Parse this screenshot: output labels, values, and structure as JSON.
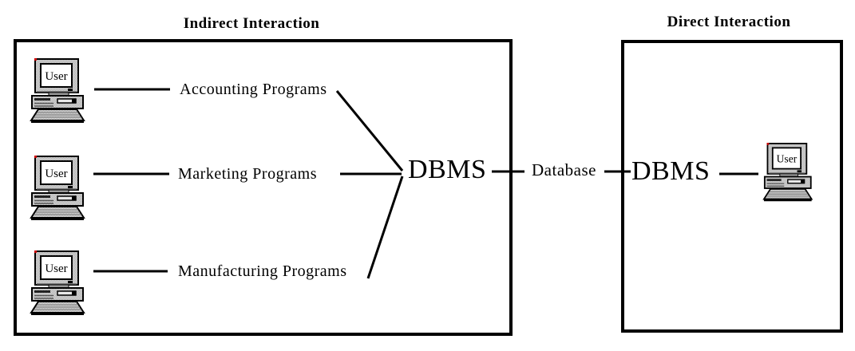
{
  "left_panel": {
    "title": "Indirect Interaction",
    "dbms_label": "DBMS",
    "workstations": [
      {
        "user_label": "User",
        "program_label": "Accounting Programs"
      },
      {
        "user_label": "User",
        "program_label": "Marketing Programs"
      },
      {
        "user_label": "User",
        "program_label": "Manufacturing Programs"
      }
    ]
  },
  "connection": {
    "database_label": "Database"
  },
  "right_panel": {
    "title": "Direct Interaction",
    "dbms_label": "DBMS",
    "workstation": {
      "user_label": "User"
    }
  },
  "colors": {
    "ink": "#000000",
    "background": "#ffffff",
    "computer_light": "#e0e0e0",
    "computer_shade": "#a8a8a8",
    "computer_dark": "#1a1a1a",
    "accent_red": "#cc0000"
  }
}
